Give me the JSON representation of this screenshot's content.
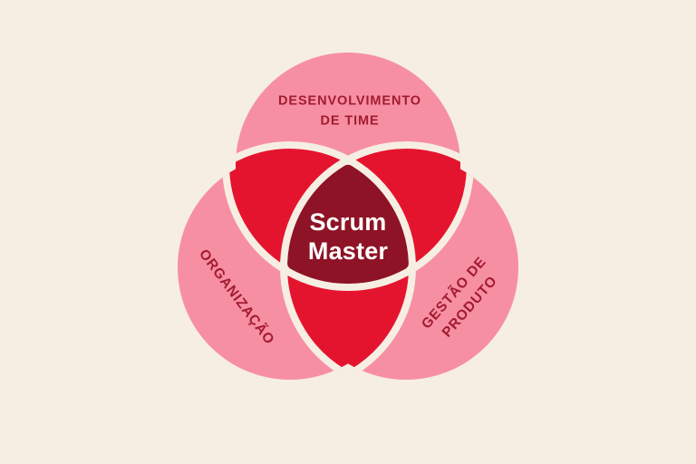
{
  "colors": {
    "bg": "#F6EEE3",
    "pink": "#F78FA3",
    "red": "#E5142E",
    "maroon": "#8E1326",
    "label": "#A21B30",
    "centerText": "#FFFFFF"
  },
  "diagram": {
    "type": "venn-3-circle",
    "center_role": {
      "line1": "Scrum",
      "line2": "Master"
    },
    "top_circle": {
      "line1": "DESENVOLVIMENTO",
      "line2": "DE TIME"
    },
    "left_circle": {
      "label": "ORGANIZAÇÃO"
    },
    "right_circle": {
      "line1": "GESTÃO DE",
      "line2": "PRODUTO"
    }
  }
}
